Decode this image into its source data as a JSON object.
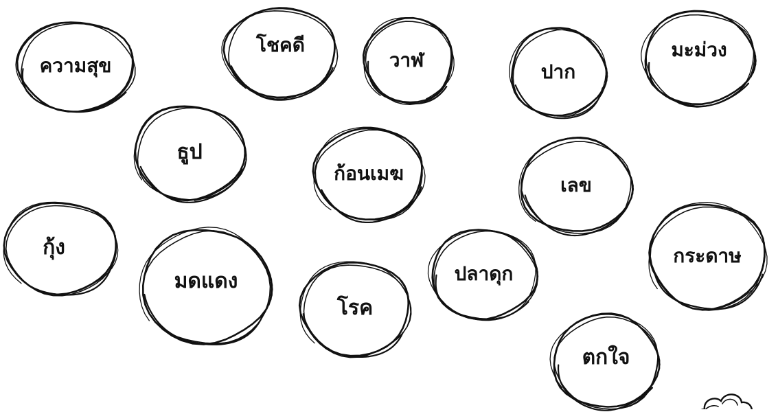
{
  "words": [
    "ความสุข",
    "โชคดี",
    "วาฬ",
    "ปาก",
    "มะม่วง",
    "ธูป",
    "ก้อนเมฆ",
    "เลข",
    "กุ้ง",
    "มดแดง",
    "โรค",
    "ปลาดุก",
    "กระดาษ",
    "ตกใจ"
  ],
  "colors": {
    "ink": "#111111",
    "background": "#ffffff"
  },
  "icons": {
    "corner": "cloud-icon"
  }
}
